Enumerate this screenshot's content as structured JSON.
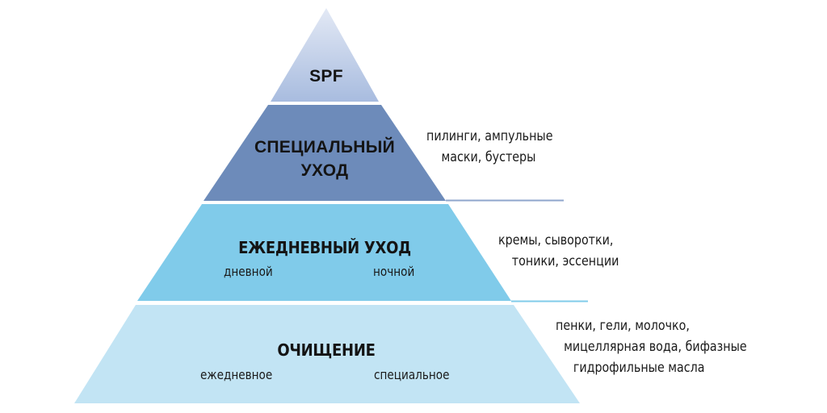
{
  "diagram": {
    "type": "pyramid",
    "tiers": [
      {
        "id": "spf",
        "title": "SPF",
        "color_top": "#dfe6f3",
        "color_bottom": "#a8bcdf",
        "subs": [],
        "side_lines": []
      },
      {
        "id": "special-care",
        "title_line1": "СПЕЦИАЛЬНЫЙ",
        "title_line2": "УХОД",
        "color": "#6d8bba",
        "subs": [],
        "side_lines": [
          "пилинги, ампульные",
          "маски, бустеры"
        ]
      },
      {
        "id": "daily-care",
        "title": "ЕЖЕДНЕВНЫЙ УХОД",
        "color": "#80cbea",
        "subs": [
          "дневной",
          "ночной"
        ],
        "side_lines": [
          "кремы, сыворотки,",
          "тоники, эссенции"
        ]
      },
      {
        "id": "cleansing",
        "title": "ОЧИЩЕНИЕ",
        "color": "#c2e4f4",
        "subs": [
          "ежедневное",
          "специальное"
        ],
        "side_lines": [
          "пенки, гели, молочко,",
          "мицеллярная вода, бифазные",
          "гидрофильные масла"
        ]
      }
    ]
  }
}
